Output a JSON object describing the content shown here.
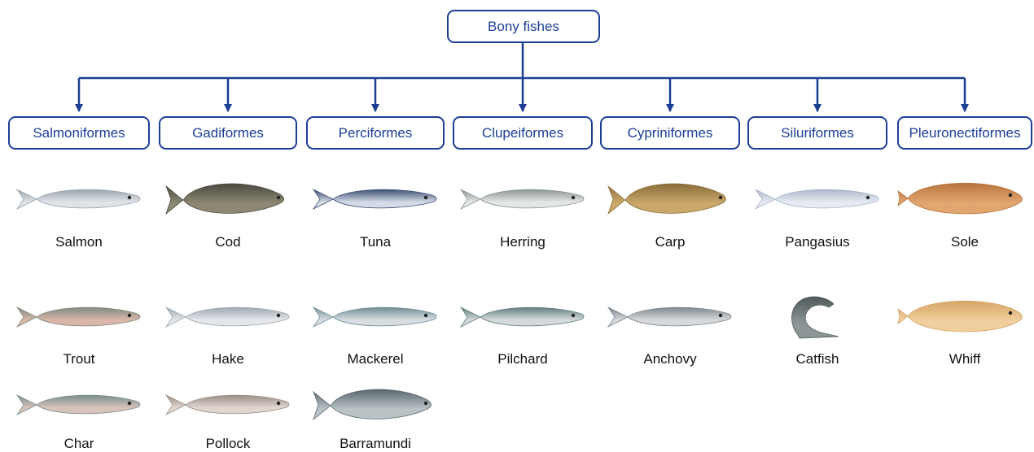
{
  "root": {
    "label": "Bony fishes"
  },
  "orders": [
    {
      "label": "Salmoniformes",
      "species": [
        "Salmon",
        "Trout",
        "Char"
      ]
    },
    {
      "label": "Gadiformes",
      "species": [
        "Cod",
        "Hake",
        "Pollock"
      ]
    },
    {
      "label": "Perciformes",
      "species": [
        "Tuna",
        "Mackerel",
        "Barramundi"
      ]
    },
    {
      "label": "Clupeiformes",
      "species": [
        "Herring",
        "Pilchard"
      ]
    },
    {
      "label": "Cypriniformes",
      "species": [
        "Carp",
        "Anchovy"
      ]
    },
    {
      "label": "Siluriformes",
      "species": [
        "Pangasius",
        "Catfish"
      ]
    },
    {
      "label": "Pleuronectiformes",
      "species": [
        "Sole",
        "Whiff"
      ]
    }
  ],
  "colors": {
    "line": "#1c3f94",
    "text": "#111111"
  }
}
